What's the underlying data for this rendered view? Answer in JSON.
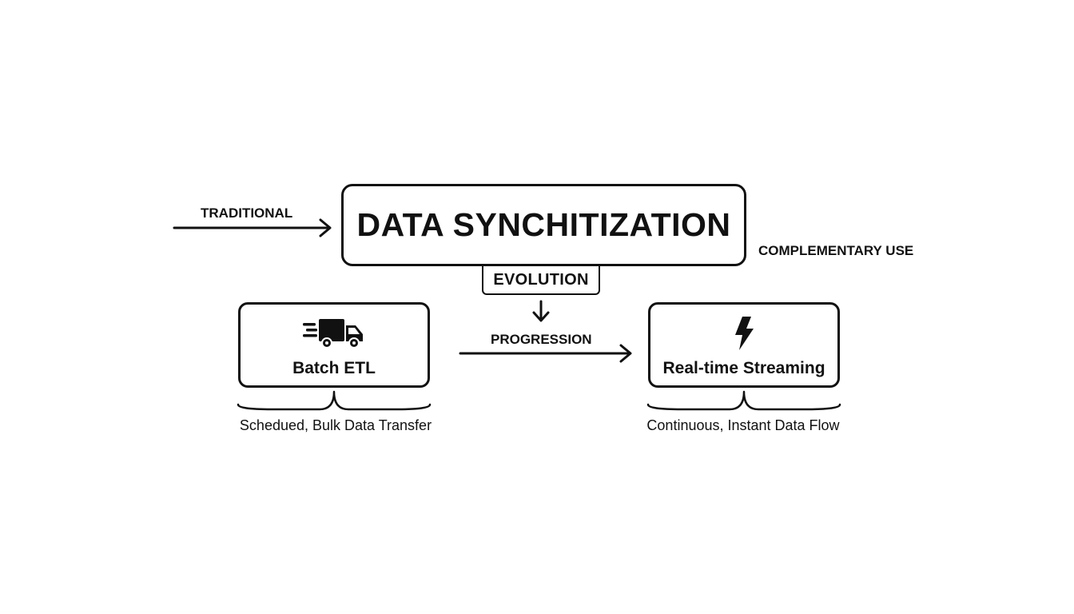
{
  "diagram": {
    "title": "DATA SYNCHITIZATION",
    "title_tag": "EVOLUTION",
    "labels": {
      "traditional": "TRADITIONAL",
      "complementary": "COMPLEMENTARY USE",
      "progression": "PROGRESSION"
    },
    "nodes": [
      {
        "label": "Batch ETL",
        "icon": "delivery-truck-icon",
        "caption": "Schedued, Bulk Data Transfer"
      },
      {
        "label": "Real-time Streaming",
        "icon": "lightning-bolt-icon",
        "caption": "Continuous, Instant Data Flow"
      }
    ],
    "colors": {
      "stroke": "#111111",
      "background": "#ffffff"
    }
  }
}
